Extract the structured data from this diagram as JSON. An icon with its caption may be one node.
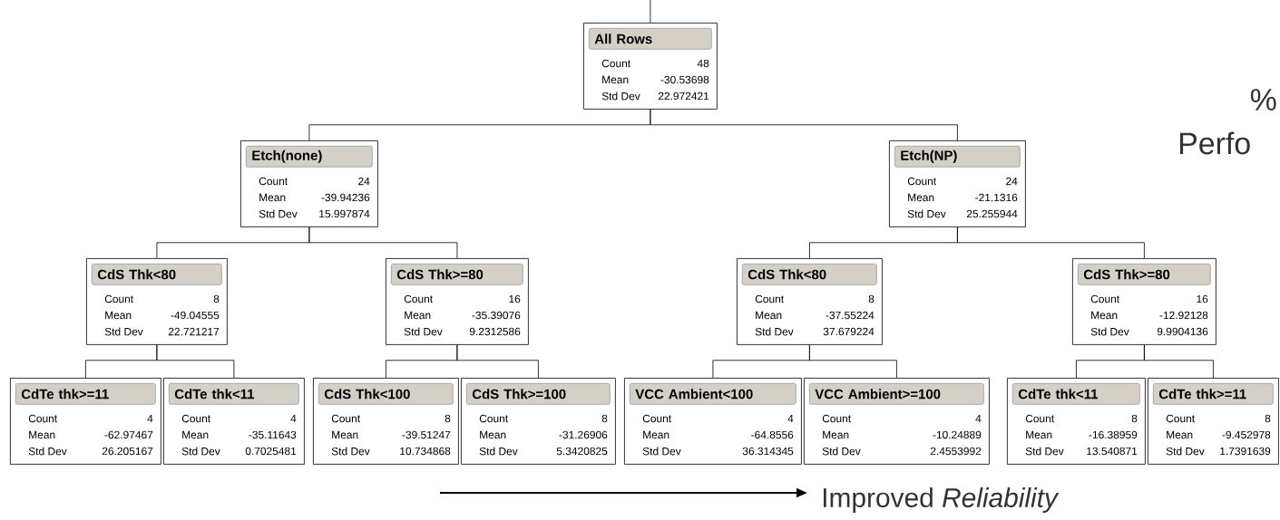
{
  "diagram": {
    "nodes": [
      {
        "text": [
          "All Rows",
          "Count",
          "48",
          "Mean",
          "-30.53698",
          "Std Dev",
          "22.972421"
        ]
      },
      {
        "text": [
          "Etch(none)",
          "Count",
          "24",
          "Mean",
          "-39.94236",
          "Std Dev",
          "15.997874"
        ]
      },
      {
        "text": [
          "Etch(NP)",
          "Count",
          "24",
          "Mean",
          "-21.1316",
          "Std Dev",
          "25.255944"
        ]
      },
      {
        "text": [
          "CdS Thk<80",
          "Count",
          "8",
          "Mean",
          "-49.04555",
          "Std Dev",
          "22.721217"
        ]
      },
      {
        "text": [
          "CdS Thk>=80",
          "Count",
          "16",
          "Mean",
          "-35.39076",
          "Std Dev",
          "9.2312586"
        ]
      },
      {
        "text": [
          "CdS Thk<80",
          "Count",
          "8",
          "Mean",
          "-37.55224",
          "Std Dev",
          "37.679224"
        ]
      },
      {
        "text": [
          "CdS Thk>=80",
          "Count",
          "16",
          "Mean",
          "-12.92128",
          "Std Dev",
          "9.9904136"
        ]
      },
      {
        "text": [
          "CdTe thk>=11",
          "Count",
          "4",
          "Mean",
          "-62.97467",
          "Std Dev",
          "26.205167"
        ]
      },
      {
        "text": [
          "CdTe thk<11",
          "Count",
          "4",
          "Mean",
          "-35.11643",
          "Std Dev",
          "0.7025481"
        ]
      },
      {
        "text": [
          "CdS Thk<100",
          "Count",
          "8",
          "Mean",
          "-39.51247",
          "Std Dev",
          "10.734868"
        ]
      },
      {
        "text": [
          "CdS Thk>=100",
          "Count",
          "8",
          "Mean",
          "-31.26906",
          "Std Dev",
          "5.3420825"
        ]
      },
      {
        "text": [
          "VCC Ambient<100",
          "Count",
          "4",
          "Mean",
          "-64.8556",
          "Std Dev",
          "36.314345"
        ]
      },
      {
        "text": [
          "VCC Ambient>=100",
          "Count",
          "4",
          "Mean",
          "-10.24889",
          "Std Dev",
          "2.4553992"
        ]
      },
      {
        "text": [
          "CdTe thk<11",
          "Count",
          "8",
          "Mean",
          "-16.38959",
          "Std Dev",
          "13.540871"
        ]
      },
      {
        "text": [
          "CdTe thk>=11",
          "Count",
          "8",
          "Mean",
          "-9.452978",
          "Std Dev",
          "1.7391639"
        ]
      }
    ],
    "edges": [
      {
        "from": null,
        "to": 0,
        "arrow": "none"
      },
      {
        "from": 0,
        "to": 1,
        "arrow": "none"
      },
      {
        "from": 0,
        "to": 2,
        "arrow": "none"
      },
      {
        "from": 1,
        "to": 3,
        "arrow": "none"
      },
      {
        "from": 1,
        "to": 4,
        "arrow": "none"
      },
      {
        "from": 2,
        "to": 5,
        "arrow": "none"
      },
      {
        "from": 2,
        "to": 6,
        "arrow": "none"
      },
      {
        "from": 3,
        "to": 7,
        "arrow": "none"
      },
      {
        "from": 3,
        "to": 8,
        "arrow": "none"
      },
      {
        "from": 4,
        "to": 9,
        "arrow": "none"
      },
      {
        "from": 4,
        "to": 10,
        "arrow": "none"
      },
      {
        "from": 5,
        "to": 11,
        "arrow": "none"
      },
      {
        "from": 5,
        "to": 12,
        "arrow": "none"
      },
      {
        "from": 6,
        "to": 13,
        "arrow": "none"
      },
      {
        "from": 6,
        "to": 14,
        "arrow": "none"
      }
    ],
    "labels": [
      "%",
      "Perfo",
      "Improved *Reliability*"
    ]
  }
}
